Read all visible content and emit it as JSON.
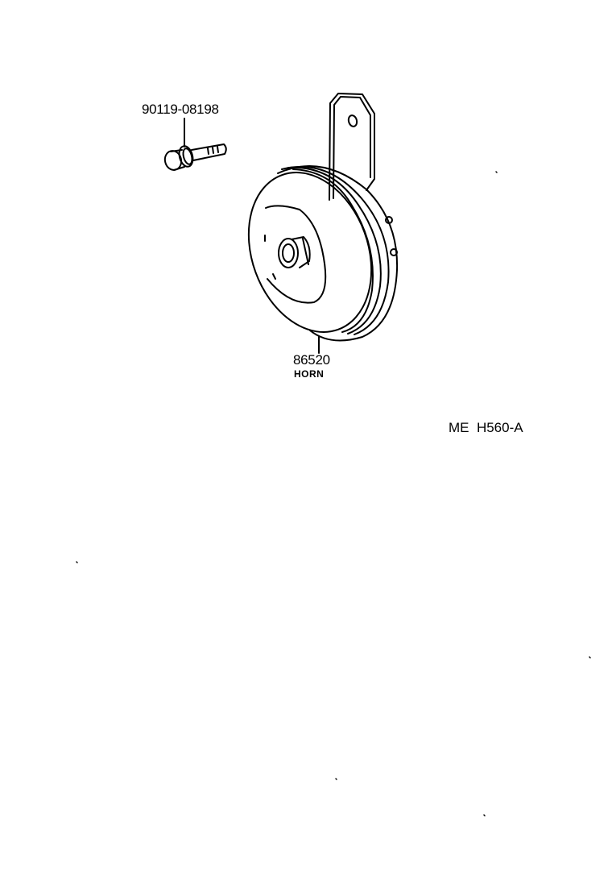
{
  "diagram": {
    "type": "exploded-parts-diagram",
    "reference_code": "ME  H560-A",
    "parts": [
      {
        "part_number": "90119-08198",
        "name": ""
      },
      {
        "part_number": "86520",
        "name": "HORN"
      }
    ]
  },
  "colors": {
    "line": "#000000",
    "background": "#ffffff"
  }
}
